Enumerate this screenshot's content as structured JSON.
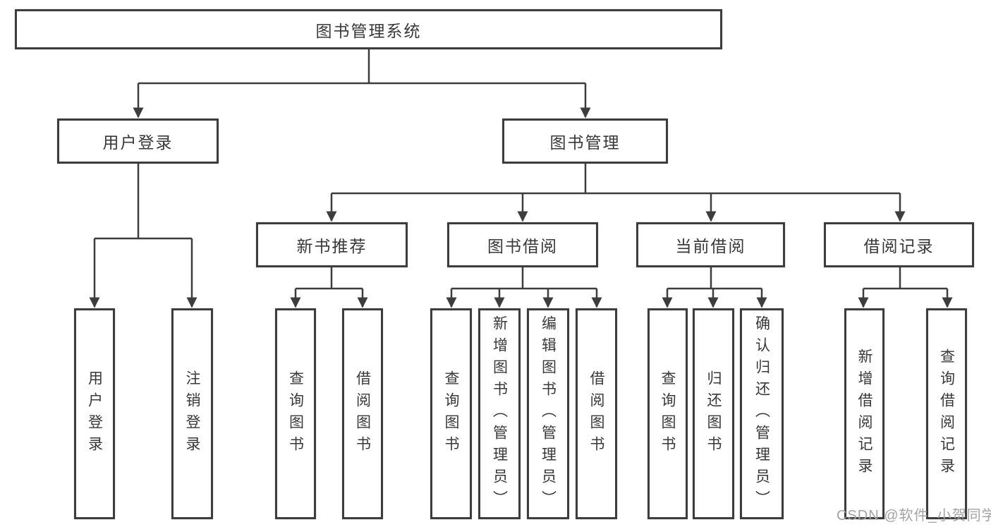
{
  "diagram": {
    "title": "图书管理系统",
    "tree": {
      "root": "图书管理系统",
      "children": [
        {
          "label": "用户登录",
          "children": [
            {
              "label": "用户登录"
            },
            {
              "label": "注销登录"
            }
          ]
        },
        {
          "label": "图书管理",
          "children": [
            {
              "label": "新书推荐",
              "children": [
                {
                  "label": "查询图书"
                },
                {
                  "label": "借阅图书"
                }
              ]
            },
            {
              "label": "图书借阅",
              "children": [
                {
                  "label": "查询图书"
                },
                {
                  "label": "新增图书（管理员）"
                },
                {
                  "label": "编辑图书（管理员）"
                },
                {
                  "label": "借阅图书"
                }
              ]
            },
            {
              "label": "当前借阅",
              "children": [
                {
                  "label": "查询图书"
                },
                {
                  "label": "归还图书"
                },
                {
                  "label": "确认归还（管理员）"
                }
              ]
            },
            {
              "label": "借阅记录",
              "children": [
                {
                  "label": "新增借阅记录"
                },
                {
                  "label": "查询借阅记录"
                }
              ]
            }
          ]
        }
      ]
    },
    "watermark": "CSDN @软件_小贺同学",
    "colors": {
      "line": "#3d3d3d",
      "box_border": "#3d3d3d",
      "text": "#383838",
      "watermark": "#a3a3a3",
      "background": "#ffffff"
    }
  }
}
